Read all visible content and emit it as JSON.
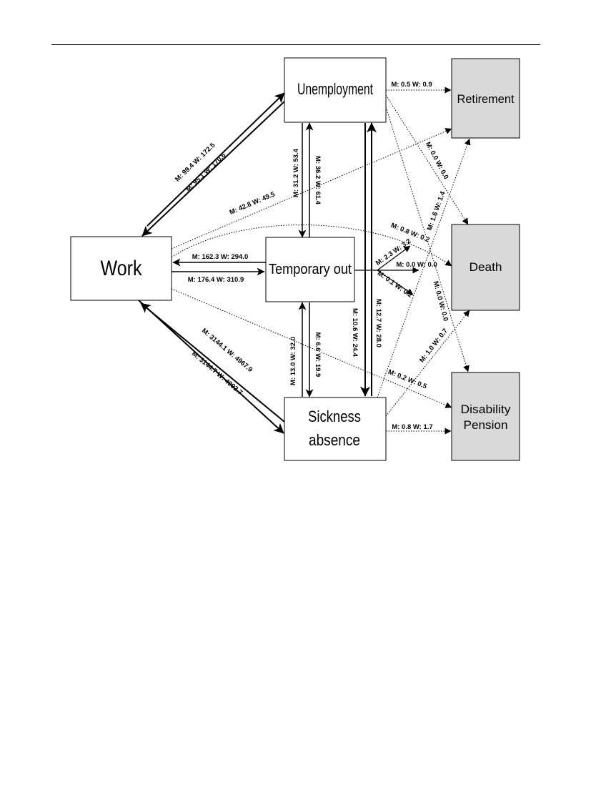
{
  "colors": {
    "state_fill": "#ffffff",
    "absorbing_fill": "#d9d9d9",
    "stroke": "#000000"
  },
  "nodes": {
    "work": {
      "label": "Work"
    },
    "unemployment": {
      "label": "Unemployment"
    },
    "temporary_out": {
      "label": "Temporary out"
    },
    "sickness_absence": {
      "label_line1": "Sickness",
      "label_line2": "absence"
    },
    "retirement": {
      "label": "Retirement"
    },
    "death": {
      "label": "Death"
    },
    "disability_pension": {
      "label_line1": "Disability",
      "label_line2": "Pension"
    }
  },
  "transitions": {
    "work_to_unemployment": "M: 99.4 W: 172.5",
    "unemployment_to_work": "M: 95.1 W: 170.6",
    "work_to_retirement": "M: 42.8 W: 49.5",
    "work_to_death": "M: 0.8 W: 0.2",
    "temporary_out_to_work": "M: 162.3 W: 294.0",
    "work_to_temporary_out": "M: 176.4 W: 310.9",
    "sickness_to_work": "M: 3144.1 W: 4967.9",
    "work_to_sickness": "M: 3144.7 W: 4992.7",
    "work_to_disability": "M: 0.2 W: 0.5",
    "temporary_out_to_unemployment": "M: 31.2 W: 53.4",
    "unemployment_to_temporary_out": "M: 36.2 W: 61.4",
    "unemployment_to_retirement": "M: 0.5 W: 0.9",
    "unemployment_to_death": "M: 0.0 W: 0.0",
    "unemployment_to_disability": "M: 0.0 W: 0.0",
    "unemployment_to_sickness": "M: 10.6 W: 24.4",
    "sickness_to_unemployment": "M: 12.7 W: 28.0",
    "temporary_out_to_retirement": "M: 2.3 W: 3.2",
    "temporary_out_to_death": "M: 0.0 W: 0.0",
    "temporary_out_to_disability": "M: 0.1 W: 0.2",
    "sickness_to_temporary_out": "M: 13.0 W: 32.0",
    "temporary_out_to_sickness": "M: 6.6 W: 19.9",
    "sickness_to_retirement": "M: 1.6 W: 1.4",
    "sickness_to_death": "M: 1.0 W: 0.7",
    "sickness_to_disability": "M: 0.8 W: 1.7"
  }
}
